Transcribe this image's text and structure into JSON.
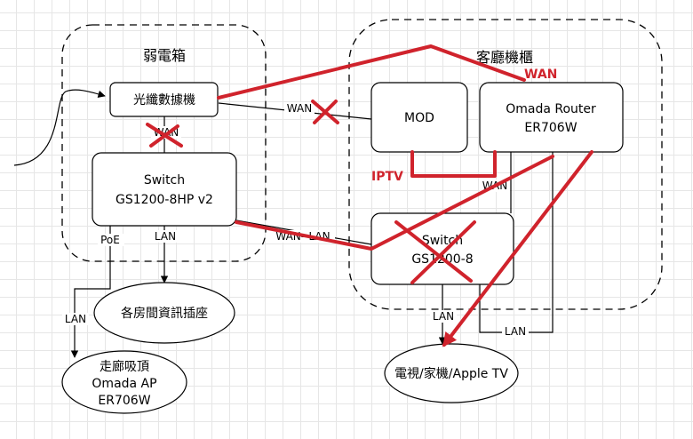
{
  "groups": {
    "cabinet": {
      "title": "弱電箱"
    },
    "living": {
      "title": "客廳機櫃"
    }
  },
  "nodes": {
    "fiber_modem": {
      "line1": "光纖數據機"
    },
    "switch_poe": {
      "line1": "Switch",
      "line2": "GS1200-8HP v2"
    },
    "mod": {
      "line1": "MOD"
    },
    "router": {
      "line1": "Omada Router",
      "line2": "ER706W"
    },
    "switch_8": {
      "line1": "Switch",
      "line2": "GS1200-8"
    },
    "rooms": {
      "line1": "各房間資訊插座"
    },
    "ap": {
      "line1": "走廊吸頂",
      "line2": "Omada AP",
      "line3": "ER706W"
    },
    "tv": {
      "line1": "電視/家機/Apple TV"
    }
  },
  "edge_labels": {
    "modem_mod": "WAN",
    "modem_switch": "WAN",
    "sw_poe": "PoE",
    "sw_lan": "LAN",
    "ap_lan": "LAN",
    "wan_lan": "WAN--LAN",
    "router_sw8": "WAN",
    "sw8_tv": "LAN",
    "router_tv": "LAN"
  },
  "annotations": {
    "wan": "WAN",
    "iptv": "IPTV"
  },
  "colors": {
    "line": "#000000",
    "annotation_red": "#d0232c",
    "grid": "#e6e6e6"
  }
}
